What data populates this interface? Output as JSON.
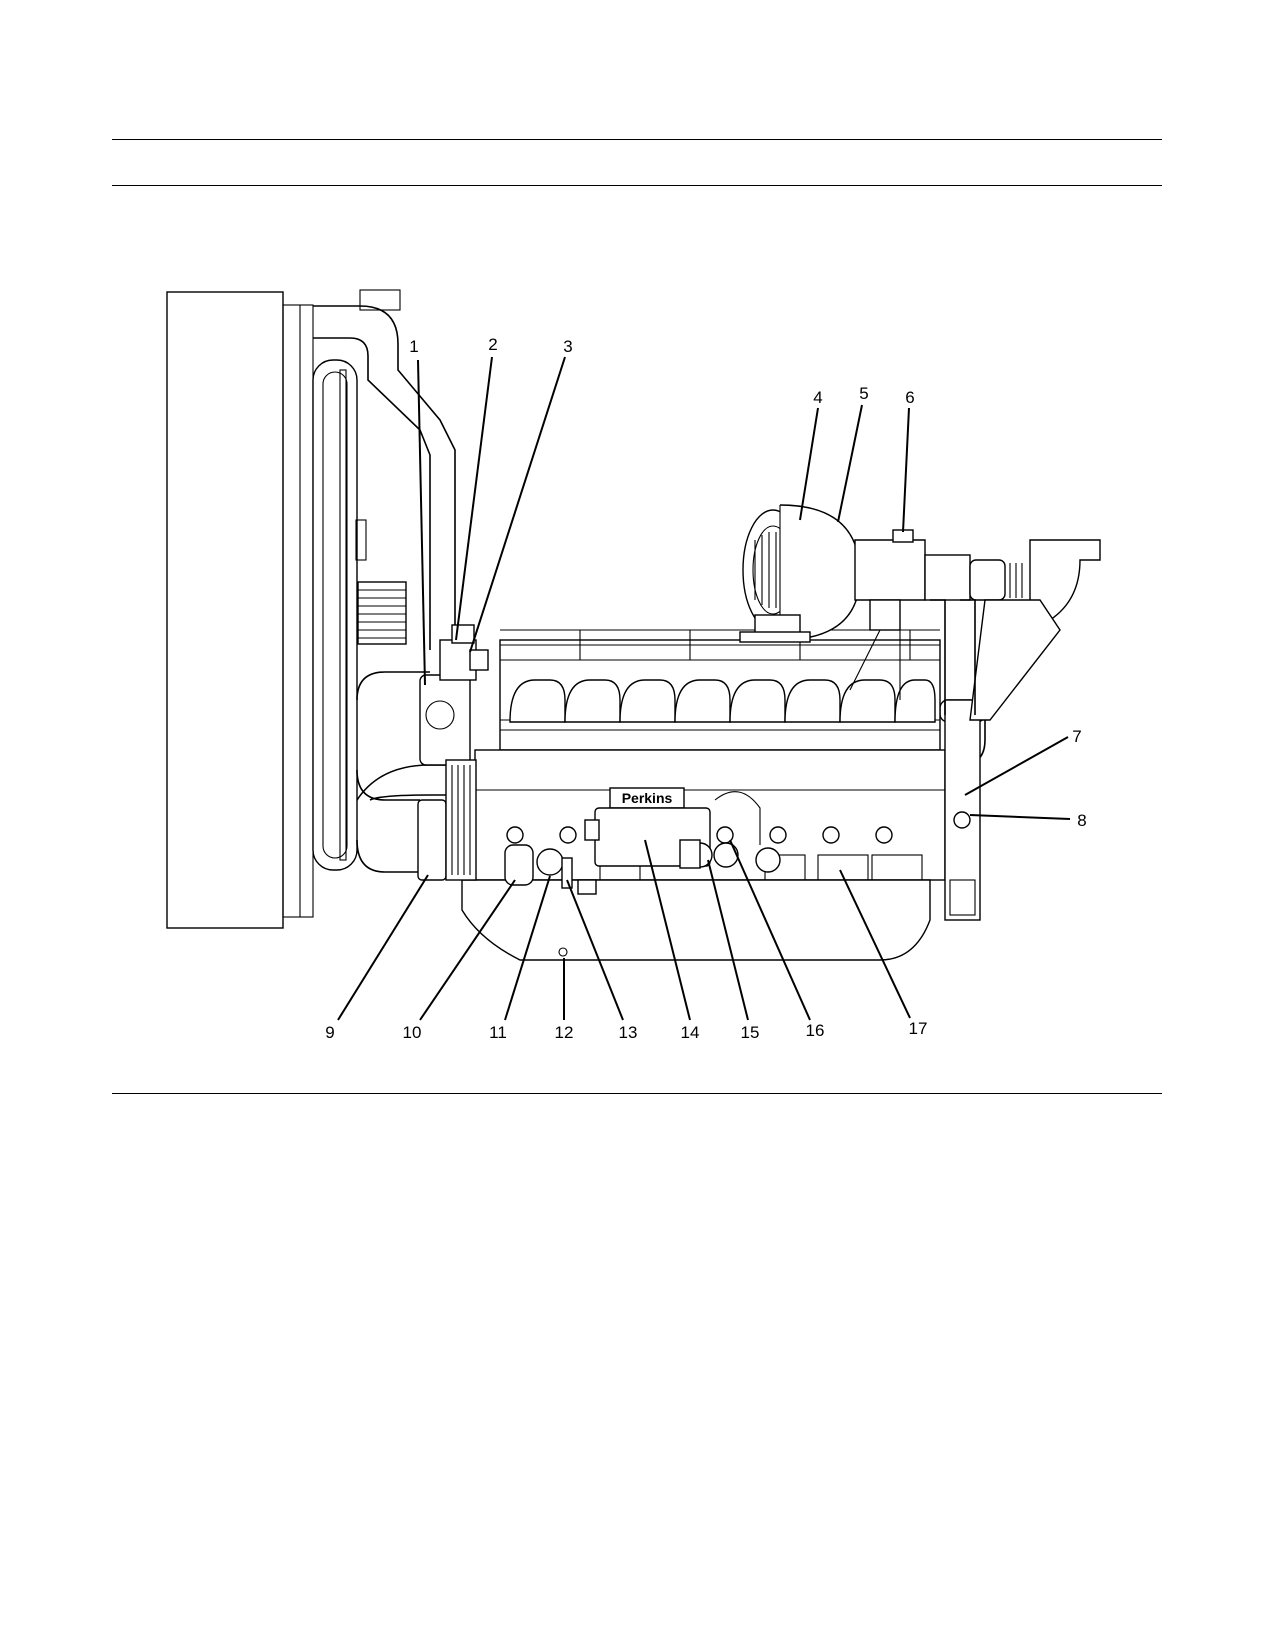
{
  "figure": {
    "logo_text": "Perkins",
    "callouts": [
      {
        "id": "callout-1",
        "label": "1"
      },
      {
        "id": "callout-2",
        "label": "2"
      },
      {
        "id": "callout-3",
        "label": "3"
      },
      {
        "id": "callout-4",
        "label": "4"
      },
      {
        "id": "callout-5",
        "label": "5"
      },
      {
        "id": "callout-6",
        "label": "6"
      },
      {
        "id": "callout-7",
        "label": "7"
      },
      {
        "id": "callout-8",
        "label": "8"
      },
      {
        "id": "callout-9",
        "label": "9"
      },
      {
        "id": "callout-10",
        "label": "10"
      },
      {
        "id": "callout-11",
        "label": "11"
      },
      {
        "id": "callout-12",
        "label": "12"
      },
      {
        "id": "callout-13",
        "label": "13"
      },
      {
        "id": "callout-14",
        "label": "14"
      },
      {
        "id": "callout-15",
        "label": "15"
      },
      {
        "id": "callout-16",
        "label": "16"
      },
      {
        "id": "callout-17",
        "label": "17"
      }
    ]
  }
}
